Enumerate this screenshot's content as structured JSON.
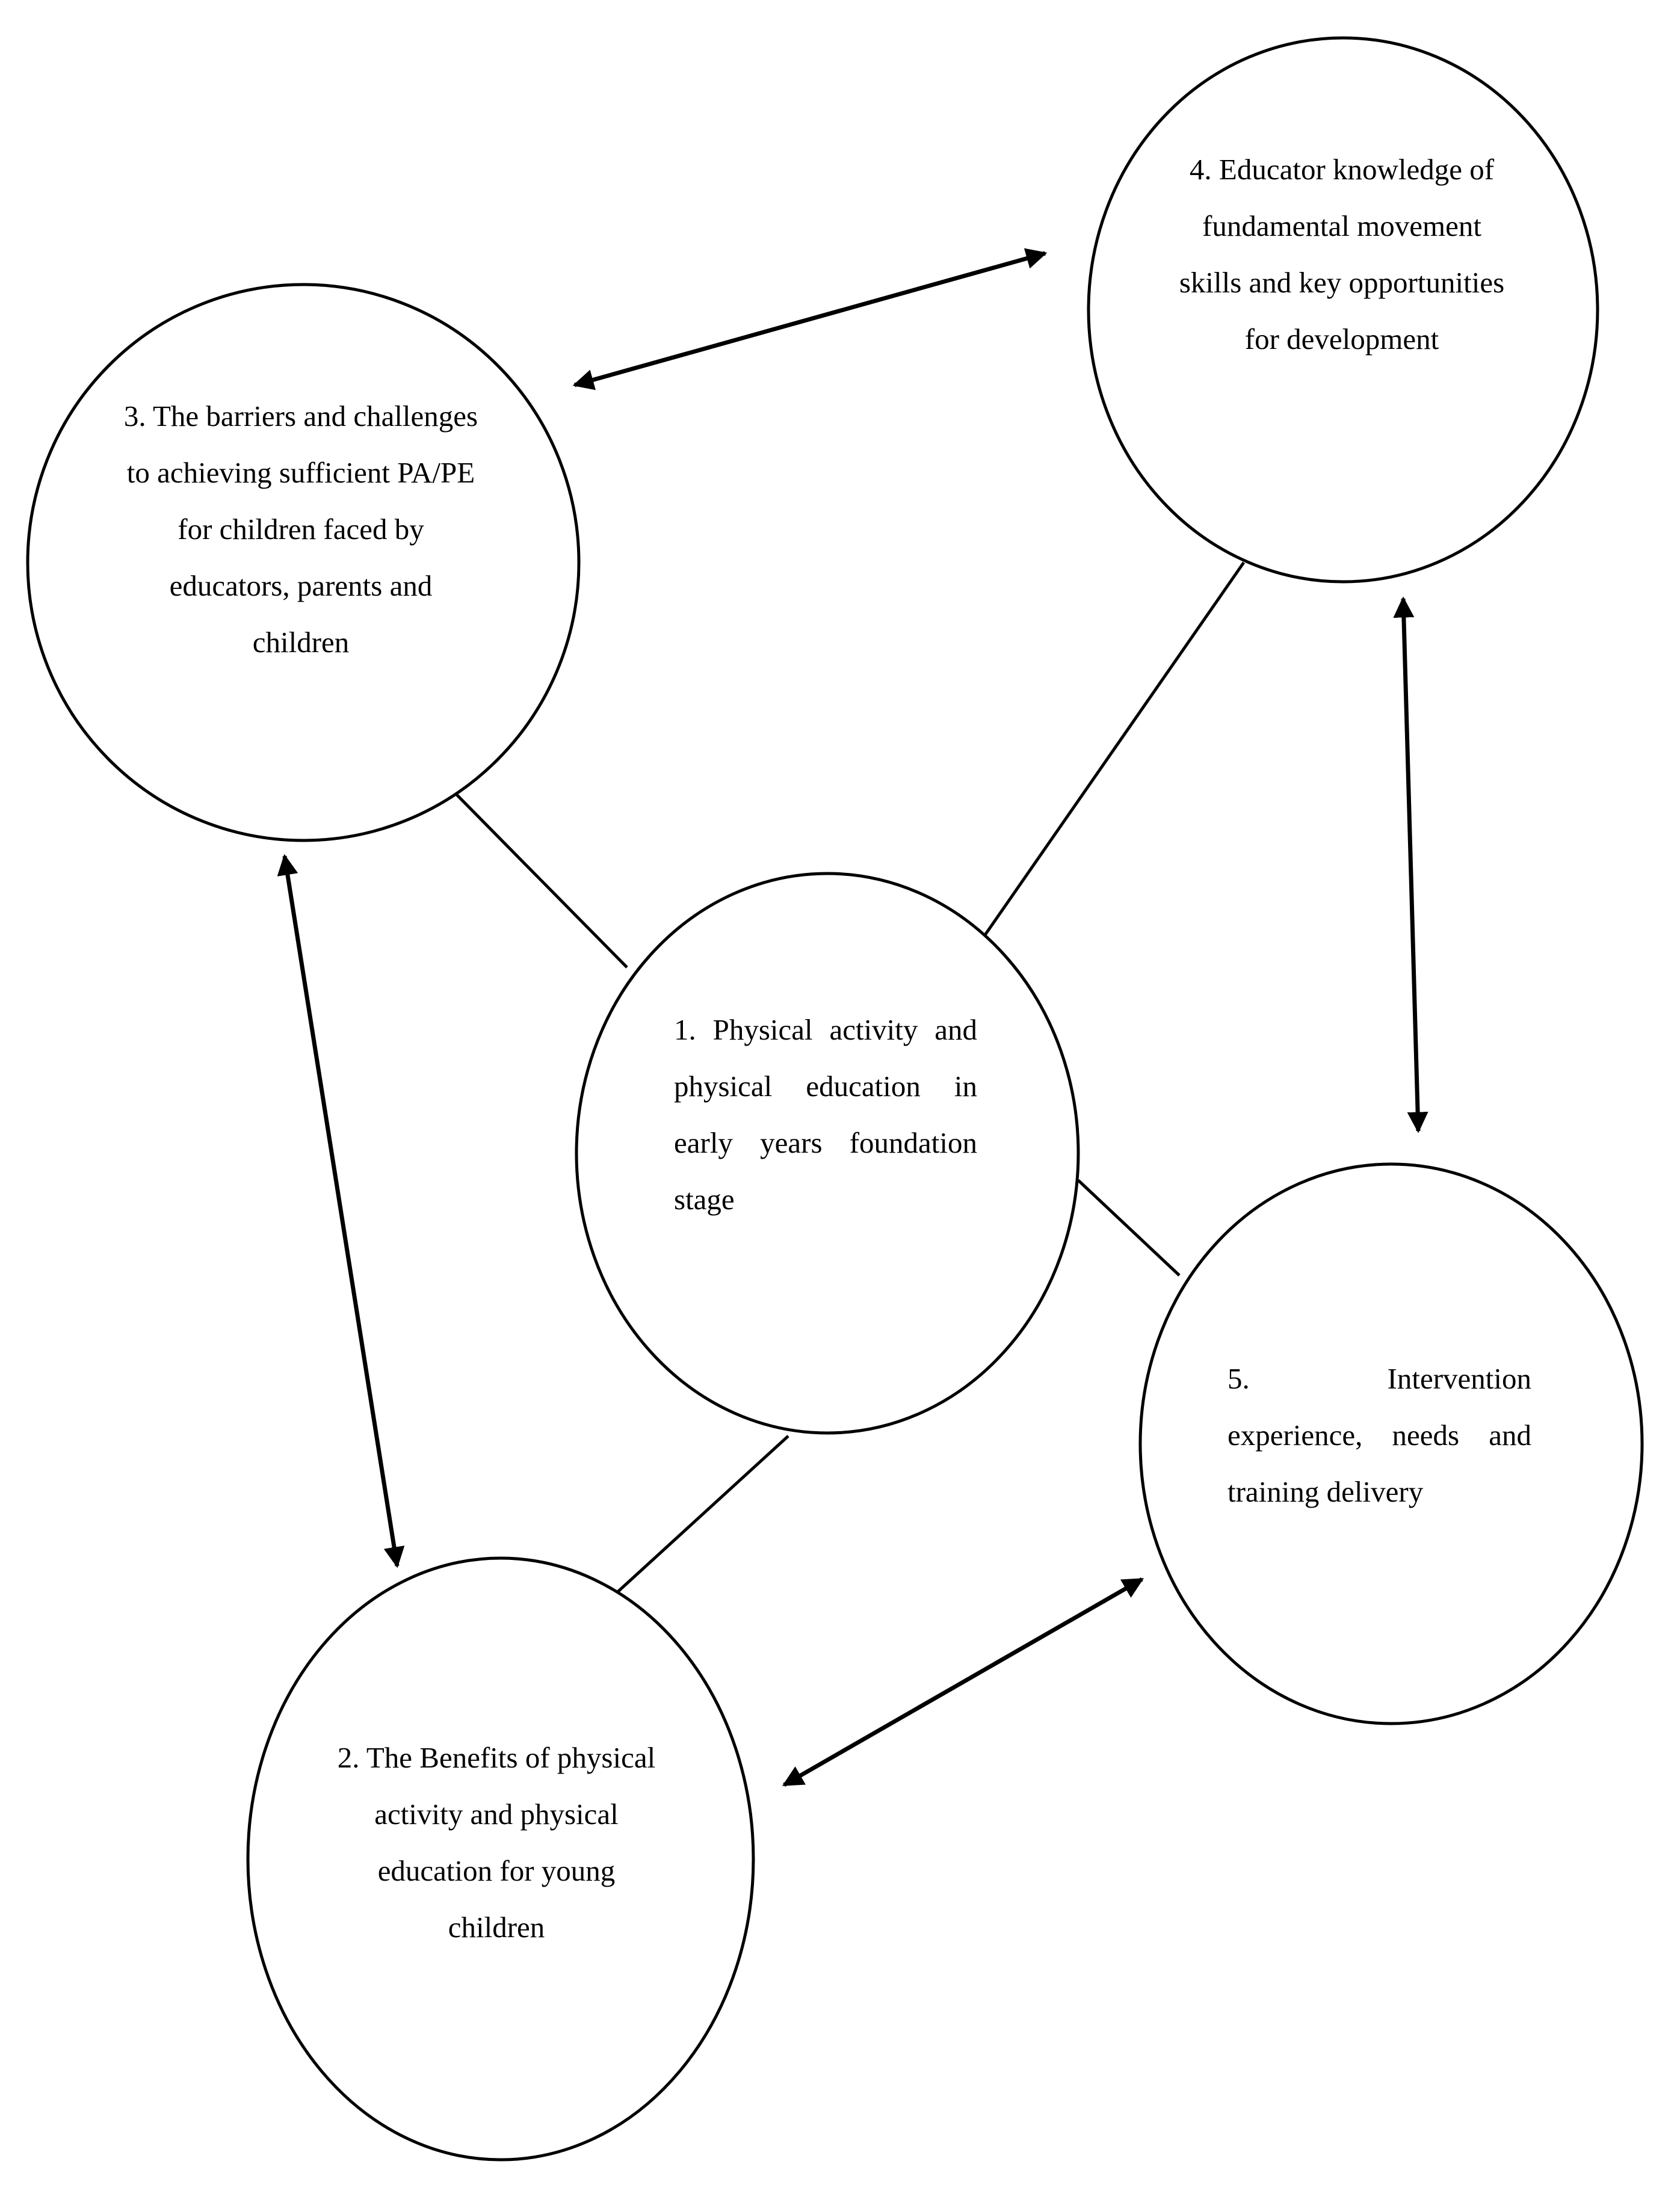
{
  "nodes": {
    "n1": {
      "label": "1. Physical activity and physical education in early years foundation stage"
    },
    "n2": {
      "label": "2. The Benefits of physical activity and physical education for young children"
    },
    "n3": {
      "label": "3. The barriers and challenges to achieving sufficient PA/PE for children faced by educators, parents and children"
    },
    "n4": {
      "label": "4. Educator knowledge of fundamental movement skills and key opportunities for development"
    },
    "n5": {
      "label": "5. Intervention experience, needs and training delivery"
    }
  },
  "edges": [
    {
      "from": "n1",
      "to": "n3",
      "style": "line"
    },
    {
      "from": "n1",
      "to": "n4",
      "style": "line"
    },
    {
      "from": "n1",
      "to": "n5",
      "style": "line"
    },
    {
      "from": "n1",
      "to": "n2",
      "style": "line"
    },
    {
      "from": "n3",
      "to": "n4",
      "style": "double-arrow"
    },
    {
      "from": "n4",
      "to": "n5",
      "style": "double-arrow"
    },
    {
      "from": "n2",
      "to": "n5",
      "style": "double-arrow"
    },
    {
      "from": "n3",
      "to": "n2",
      "style": "double-arrow"
    }
  ]
}
